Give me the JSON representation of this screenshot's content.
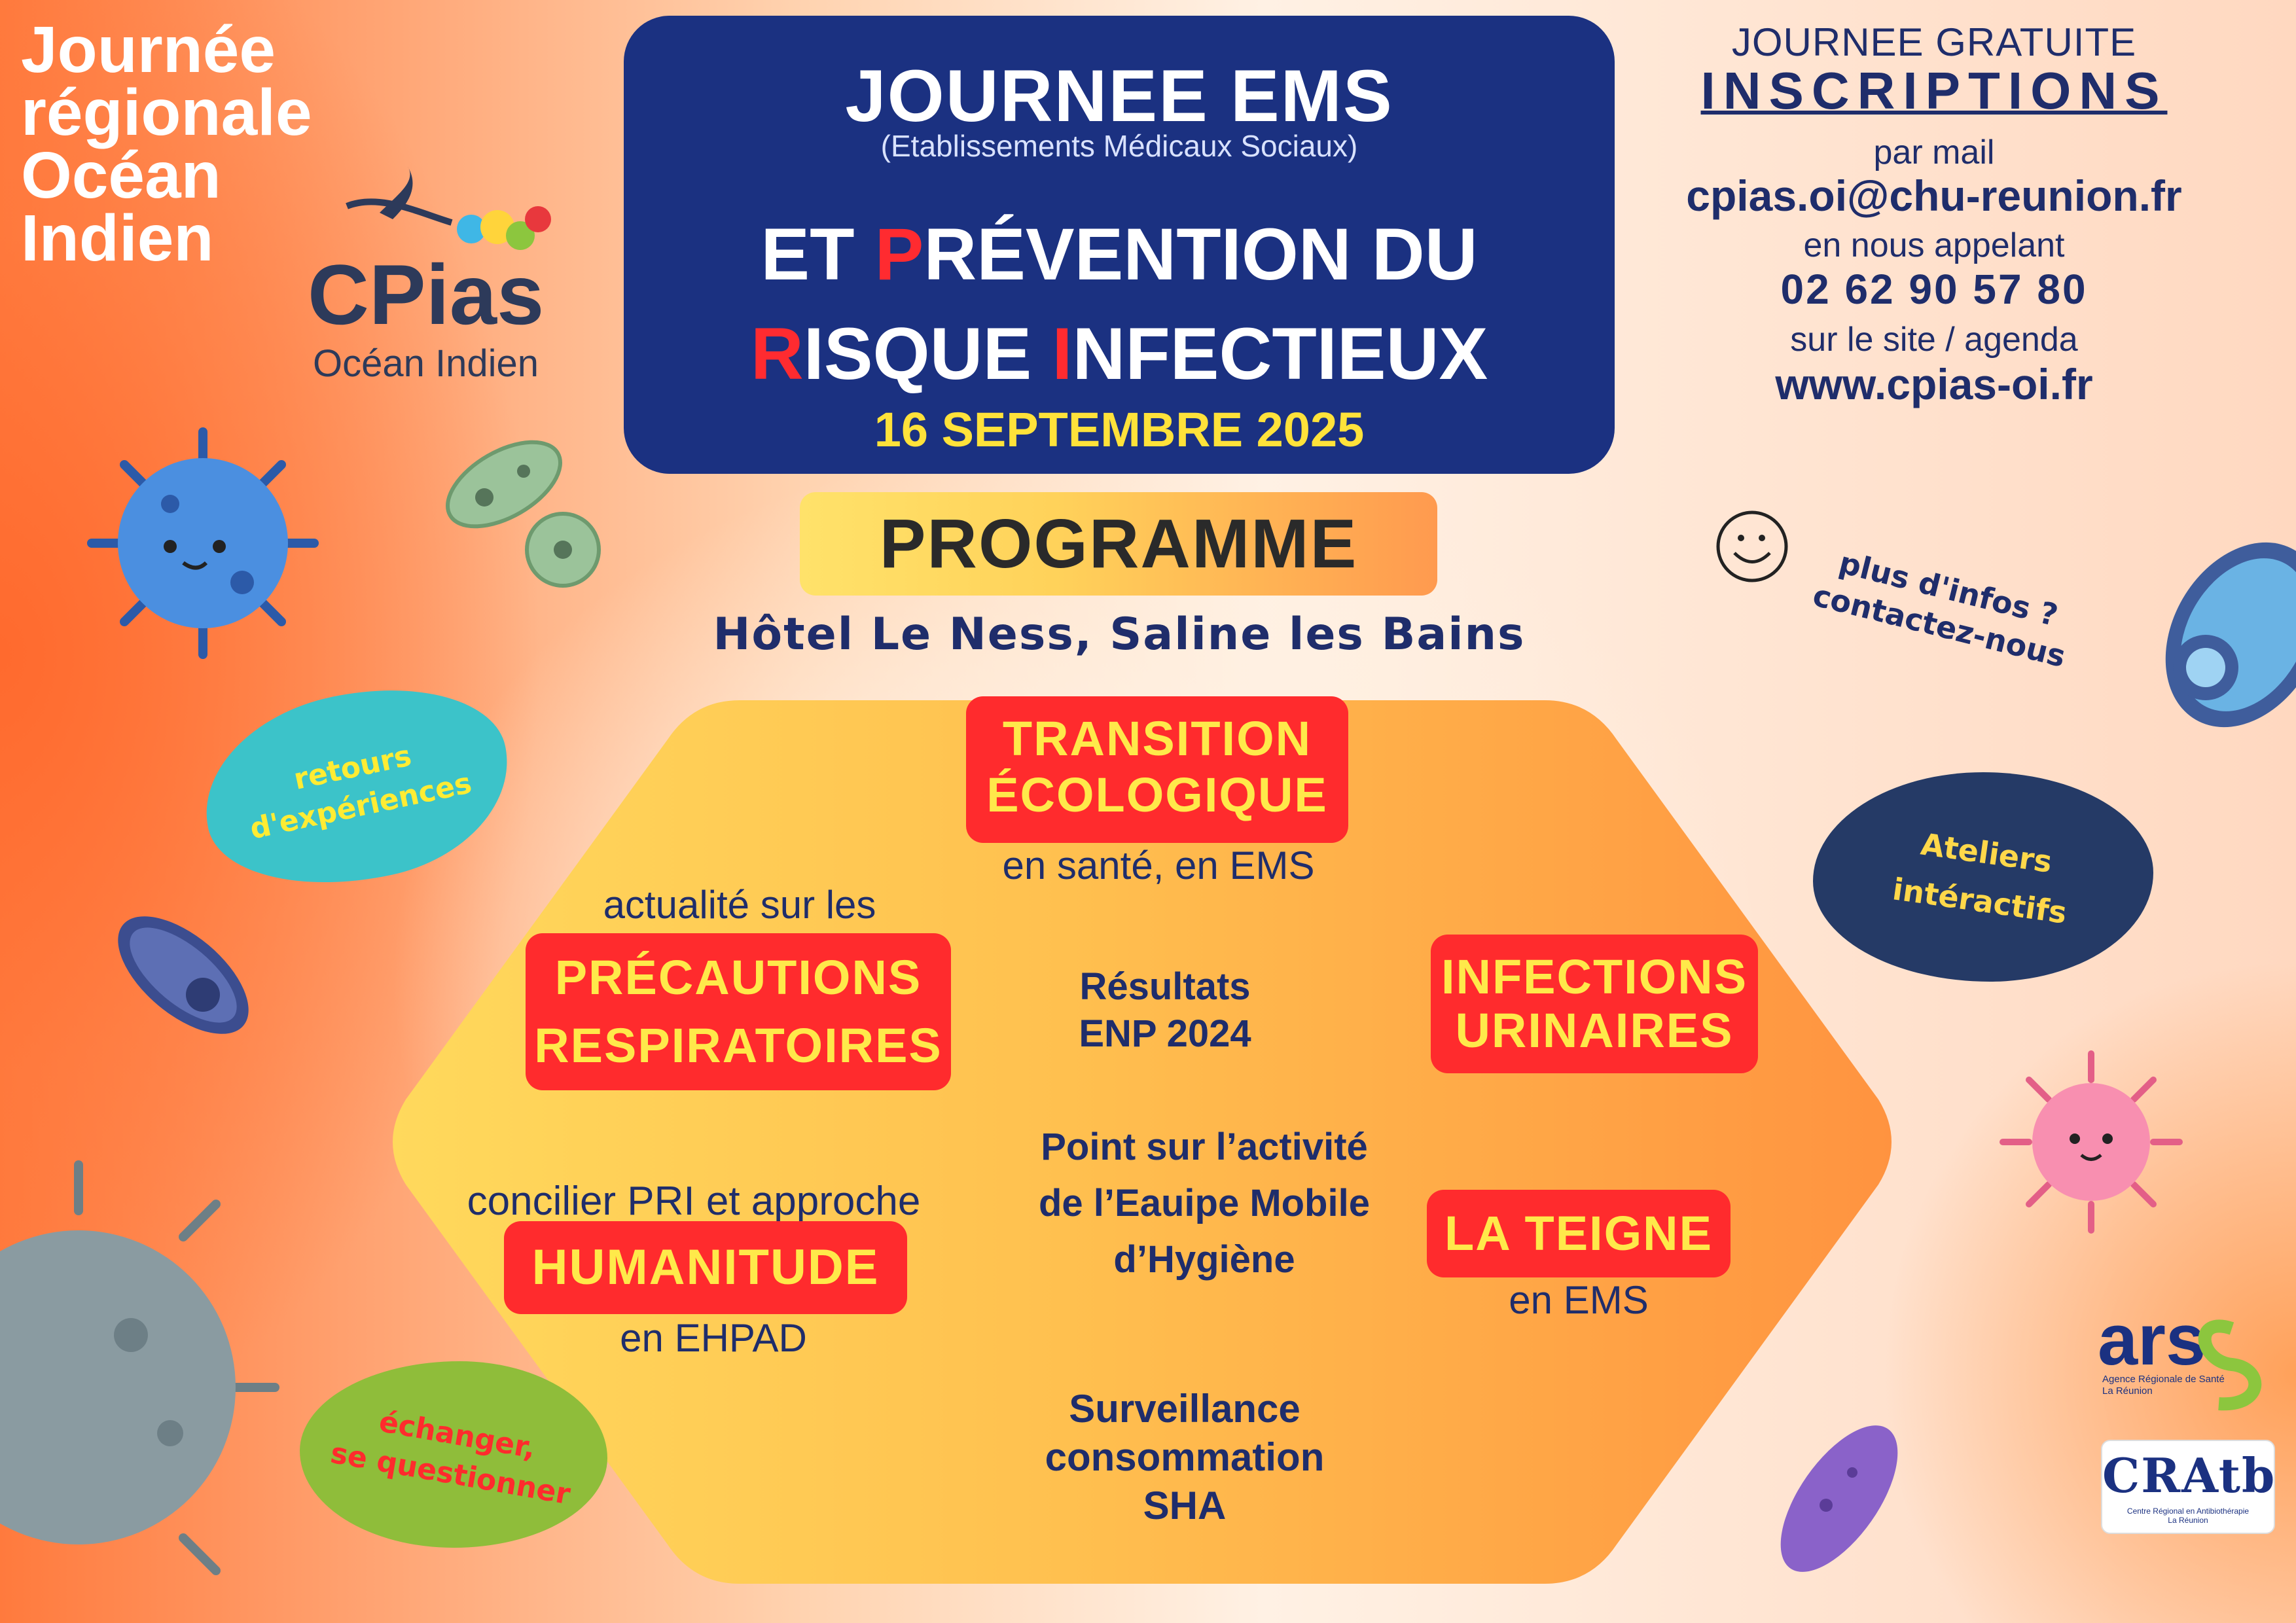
{
  "header": {
    "region_title": [
      "Journée",
      "régionale",
      "Océan",
      "Indien"
    ],
    "title_line1": "JOURNEE EMS",
    "title_subtitle": "(Etablissements Médicaux Sociaux)",
    "title_line2": {
      "pre": "ET ",
      "red": "P",
      "post": "RÉVENTION DU"
    },
    "title_line3": {
      "red1": "R",
      "mid": "ISQUE ",
      "red2": "I",
      "post": "NFECTIEUX"
    },
    "date": "16 SEPTEMBRE 2025"
  },
  "logo": {
    "cpias_name": "CPias",
    "cpias_region": "Océan Indien"
  },
  "info": {
    "gratuite": "JOURNEE GRATUITE",
    "inscriptions": "INSCRIPTIONS",
    "mail_label": "par mail",
    "mail": "cpias.oi@chu-reunion.fr",
    "phone_label": "en nous appelant",
    "phone": "02 62 90 57 80",
    "site_label": "sur le site / agenda",
    "site": "www.cpias-oi.fr",
    "contact_note": [
      "plus d'infos ?",
      "contactez-nous"
    ]
  },
  "programme": {
    "label": "PROGRAMME",
    "venue": "Hôtel Le Ness, Saline les Bains"
  },
  "topics": {
    "transition": {
      "lines": [
        "TRANSITION",
        "ÉCOLOGIQUE"
      ],
      "sub": "en santé, en EMS"
    },
    "precautions": {
      "pre": "actualité sur les",
      "lines": [
        "PRÉCAUTIONS",
        "RESPIRATOIRES"
      ]
    },
    "infections": {
      "lines": [
        "INFECTIONS",
        "URINAIRES"
      ]
    },
    "humanitude": {
      "pre": "concilier PRI et approche",
      "label": "HUMANITUDE",
      "sub": "en EHPAD"
    },
    "teigne": {
      "label": "LA TEIGNE",
      "sub": "en EMS"
    }
  },
  "center_items": {
    "resultats": [
      "Résultats",
      "ENP 2024"
    ],
    "point": [
      "Point sur l’activité",
      "de l’Eauipe Mobile",
      "d’Hygiène"
    ],
    "surveillance": [
      "Surveillance",
      "consommation",
      "SHA"
    ]
  },
  "bubbles": {
    "retours": [
      "retours",
      "d'expériences"
    ],
    "ateliers": [
      "Ateliers",
      "intéractifs"
    ],
    "echanger": [
      "échanger,",
      "se questionner"
    ]
  },
  "partners": {
    "ars_name": "ars",
    "ars_caption": [
      "Agence Régionale de Santé",
      "La Réunion"
    ],
    "crat_letters": "CRAtb",
    "crat_caption": [
      "Centre Régional en Antibiothérapie",
      "La Réunion"
    ]
  },
  "colors": {
    "navy": "#1b3181",
    "red": "#ff2b2d",
    "yellow": "#ffe94a",
    "hexagon_left": "#ffd65a",
    "hexagon_right": "#ff9a45"
  }
}
